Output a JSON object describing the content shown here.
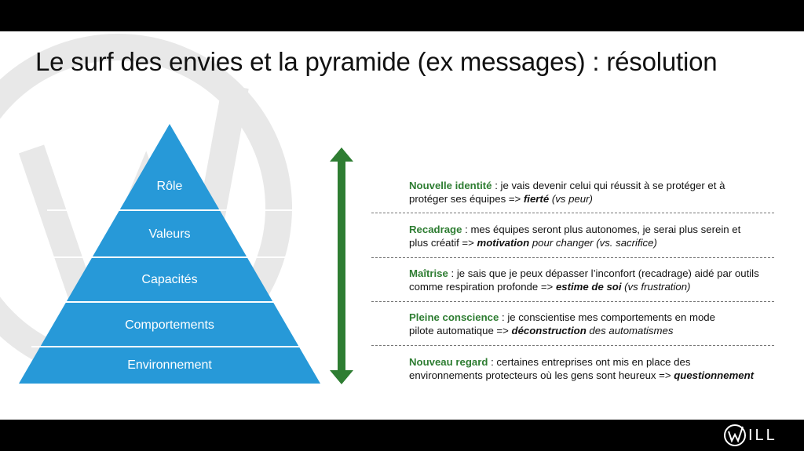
{
  "slide": {
    "title": "Le surf des envies et la pyramide (ex messages) : résolution"
  },
  "pyramid": {
    "levels": [
      "Rôle",
      "Valeurs",
      "Capacités",
      "Comportements",
      "Environnement"
    ],
    "color": "#2799d8"
  },
  "arrow": {
    "color": "#2e7d32"
  },
  "items": [
    {
      "key": "Nouvelle identité",
      "line1": " : je vais devenir celui qui réussit à se protéger et à",
      "line2_pre": "protéger ses équipes => ",
      "emph": "fierté",
      "tail": " (vs peur)"
    },
    {
      "key": "Recadrage",
      "line1": " : mes équipes seront plus autonomes, je serai plus serein et",
      "line2_pre": "plus créatif => ",
      "emph": "motivation",
      "tail": " pour changer (vs. sacrifice)"
    },
    {
      "key": "Maîtrise",
      "line1": " : je sais que je peux dépasser l’inconfort (recadrage) aidé par outils",
      "line2_pre": "comme respiration profonde => ",
      "emph": "estime de soi",
      "tail": " (vs frustration)"
    },
    {
      "key": "Pleine conscience",
      "line1": " : je conscientise mes comportements en mode",
      "line2_pre": "pilote automatique => ",
      "emph": "déconstruction",
      "tail": " des automatismes"
    },
    {
      "key": "Nouveau regard",
      "line1": " : certaines entreprises ont mis en place des",
      "line2_pre": "environnements protecteurs où les gens sont heureux  => ",
      "emph": "questionnement",
      "tail": ""
    }
  ],
  "logo": {
    "text": "ILL",
    "icon": "w-check-logo-icon"
  }
}
